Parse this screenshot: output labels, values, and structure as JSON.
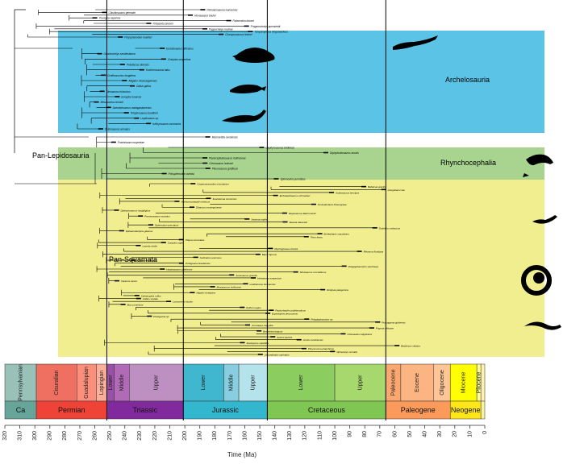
{
  "clades": {
    "archelosauria": {
      "label": "Archelosauria",
      "color": "#5bc4e6"
    },
    "rhynchocephalia": {
      "label": "Rhynchocephalia",
      "color": "#a9d48f"
    },
    "pan_squamata": {
      "label": "Pan-Squamata",
      "color": "#f1ee8f"
    },
    "pan_lepidosauria": {
      "label": "Pan-Lepidosauria"
    }
  },
  "taxa_top": [
    "Petrolacosaurus kansensis",
    "Claudiosaurus germaini",
    "Hovasaurus boulei",
    "Youngina capensis",
    "Palacrodon browni",
    "Prolacerta broomi",
    "Proganochelys quenstedti",
    "Pappochelys rosinae",
    "Tanystropheus longobardicus",
    "Champsosaurus lindoei",
    "Polysphenodon muelleri"
  ],
  "taxa_arch": [
    "Eunotosaurus africanus",
    "Odontochelys semitestacea",
    "Chelydra serpentina",
    "Pelodiscus sinensis",
    "Kuehneosaurus latus",
    "Ornithosuchus longidens",
    "Alligator mississippiensis",
    "Gallus gallus",
    "Sinosaurus triassicus",
    "Eoraptor lunensis",
    "Mesosuchus browni",
    "Azendohsaurus madagaskarensis",
    "Trilophosaurus buettneri",
    "Lepidosaurs sp.",
    "Ichthyosaurus communis",
    "Sclerosaurus armatus"
  ],
  "taxa_rhyncho": [
    "Marmoretta oxoniensis",
    "Fraxinisaura rozynekae",
    "Gephyrosaurus bridensis",
    "Diphydontosaurus avonis",
    "Planocephalosaurus robinsonae",
    "Clevosaurus hudsoni",
    "Pleurosaurus goldfussi",
    "Priosphenodon avelasi",
    "Sphenodon punctatus"
  ],
  "taxa_squam": [
    "Cryptovaranoides microlanius",
    "Bellairsia gracilis",
    "Hongshanxi xiei",
    "Ardeosaurus brevipes",
    "Eichstaettisaurus schroederi",
    "Scandensia ciervensis",
    "Huehuecuetzpalli mixtecus",
    "Oculudentavis khaungraae",
    "Dibamus novaeguineae",
    "Dalinghosaurus longidigitus",
    "Meyasaurus diazromerali",
    "Parmeosaurus scutatus",
    "Xantusia vigilis",
    "Slavoia darevskii",
    "Sphenodon punctatus",
    "Gobekko cretacicus",
    "Sphaerodactylus glaucus",
    "Eublepharis macularius",
    "Teius teyou",
    "Tiliqua scincoides",
    "Cordylus niger",
    "Lacerta viridis",
    "Ptychoglossus bicolor",
    "Rhineura floridana",
    "Bipes biporus",
    "Gobinatus arenosus",
    "Globaura venusta",
    "Pristiguana brasiliensis",
    "Polyglyphanodon sternbergi",
    "Haasiasaurus gittelmani",
    "Shinisaurus crocodilurus",
    "Xenosaurus grandis",
    "Heloderma suspectum",
    "Varanus varius",
    "Lanthanotus borneensis",
    "Mosasaurus hoffmanni",
    "Dinilysia patagonica",
    "Najash rionegrina",
    "Cylindrophis ruffus",
    "Anilius scytale",
    "Loxocemus bicolor",
    "Boa constrictor",
    "Python regius",
    "Pachyrhachis problematicus",
    "Eupodophis descouensi",
    "Pristiguana sp.",
    "Polyglyphanodon sp.",
    "Priscagama gobiensis",
    "Uromastyx aegyptia",
    "Pogona vitticeps",
    "Brookesia brygooi",
    "Chamaeleo calyptratus",
    "Iguana iguana",
    "Anolis carolinensis",
    "Sceloporus variabilis",
    "Basiliscus vittatus",
    "Phrynosoma platyrhinos",
    "Opheodrys vernalis",
    "Leiocephalus carinatus"
  ],
  "timescale": {
    "ma_min": 0,
    "ma_max": 320,
    "periods": [
      {
        "name": "Ca",
        "start": 320,
        "end": 299,
        "color": "#67a59a"
      },
      {
        "name": "Permian",
        "start": 299,
        "end": 252,
        "color": "#ef4337"
      },
      {
        "name": "Triassic",
        "start": 252,
        "end": 201,
        "color": "#812a9d"
      },
      {
        "name": "Jurassic",
        "start": 201,
        "end": 145,
        "color": "#33b7cf"
      },
      {
        "name": "Cretaceous",
        "start": 145,
        "end": 66,
        "color": "#80c652"
      },
      {
        "name": "Paleogene",
        "start": 66,
        "end": 23,
        "color": "#fb9a5a"
      },
      {
        "name": "Neogene",
        "start": 23,
        "end": 2.6,
        "color": "#ffe619"
      },
      {
        "name": "",
        "start": 2.6,
        "end": 0,
        "color": "#f9f49a"
      }
    ],
    "epochs": [
      {
        "name": "Pennsylvanian",
        "start": 320,
        "end": 299,
        "color": "#99c1b7"
      },
      {
        "name": "Cisuralian",
        "start": 299,
        "end": 272,
        "color": "#ef6f60"
      },
      {
        "name": "Guadalupian",
        "start": 272,
        "end": 259,
        "color": "#fb8f7c"
      },
      {
        "name": "Lopingian",
        "start": 259,
        "end": 252,
        "color": "#fbaf9a"
      },
      {
        "name": "Lower",
        "start": 252,
        "end": 247,
        "color": "#9b4fa6"
      },
      {
        "name": "Middle",
        "start": 247,
        "end": 237,
        "color": "#b06ab6"
      },
      {
        "name": "Upper",
        "start": 237,
        "end": 201,
        "color": "#be90c2"
      },
      {
        "name": "Lower",
        "start": 201,
        "end": 174,
        "color": "#40b6cf"
      },
      {
        "name": "Middle",
        "start": 174,
        "end": 164,
        "color": "#87cfe0"
      },
      {
        "name": "Upper",
        "start": 164,
        "end": 145,
        "color": "#b5e3ec"
      },
      {
        "name": "Lower",
        "start": 145,
        "end": 100,
        "color": "#8ccd60"
      },
      {
        "name": "Upper",
        "start": 100,
        "end": 66,
        "color": "#a6d86e"
      },
      {
        "name": "Paleocene",
        "start": 66,
        "end": 56,
        "color": "#fda770"
      },
      {
        "name": "Eocene",
        "start": 56,
        "end": 34,
        "color": "#fcb483"
      },
      {
        "name": "Oligocene",
        "start": 34,
        "end": 23,
        "color": "#fec697"
      },
      {
        "name": "Miocene",
        "start": 23,
        "end": 5.3,
        "color": "#ffff00"
      },
      {
        "name": "Pliocene",
        "start": 5.3,
        "end": 2.6,
        "color": "#ffff99"
      },
      {
        "name": "",
        "start": 2.6,
        "end": 0,
        "color": "#fff2ae"
      }
    ],
    "ticks": [
      320,
      310,
      300,
      290,
      280,
      270,
      260,
      250,
      240,
      230,
      220,
      210,
      200,
      190,
      180,
      170,
      160,
      150,
      140,
      130,
      120,
      110,
      100,
      90,
      80,
      70,
      60,
      50,
      40,
      30,
      20,
      10,
      0
    ],
    "xlabel": "Time (Ma)",
    "boundaries": [
      252,
      201,
      145,
      66
    ]
  }
}
